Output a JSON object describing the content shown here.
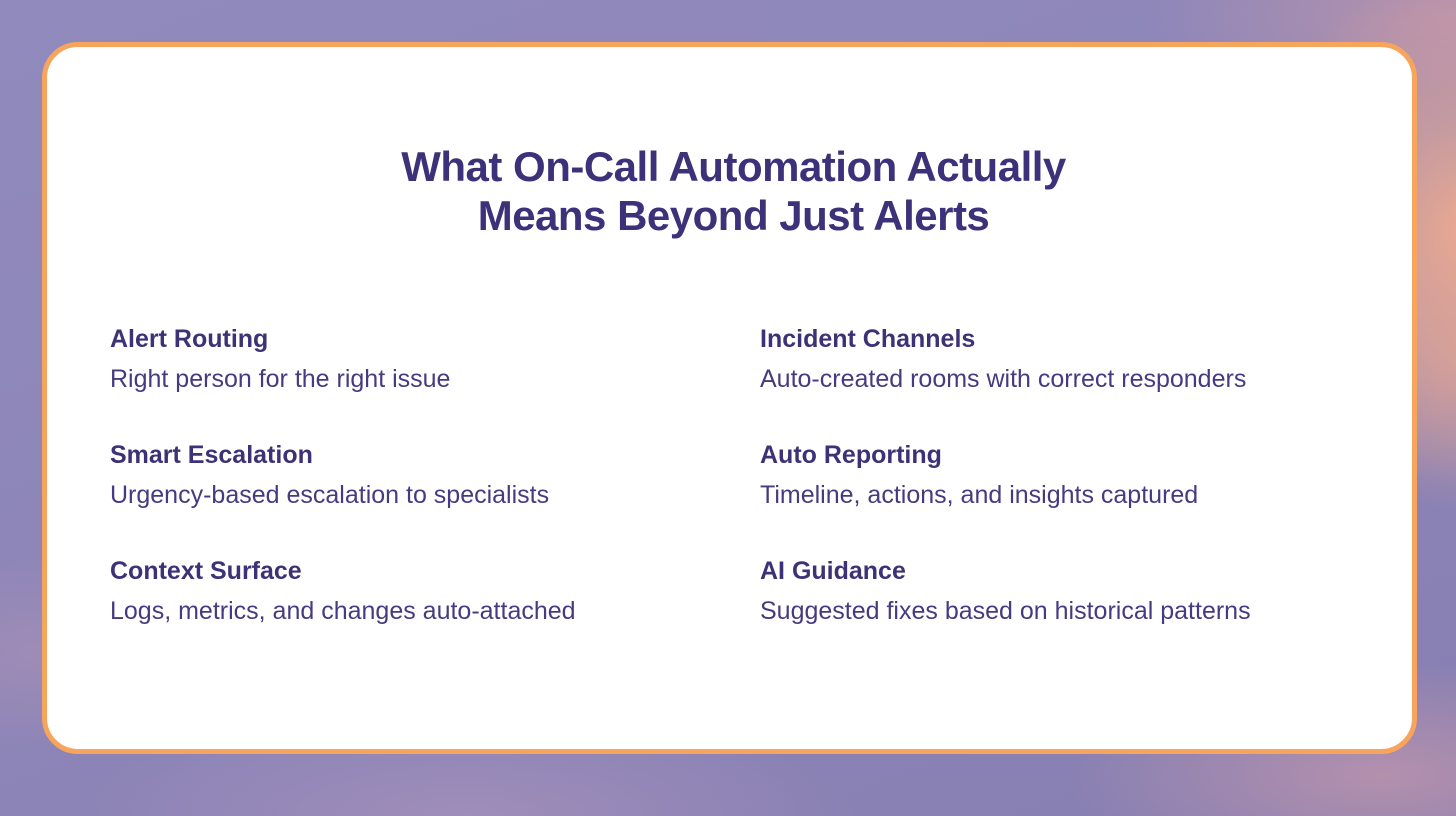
{
  "slide": {
    "title_line1": "What On-Call Automation Actually",
    "title_line2": "Means Beyond Just Alerts",
    "features": {
      "left": [
        {
          "heading": "Alert Routing",
          "description": "Right person for the right issue"
        },
        {
          "heading": "Smart Escalation",
          "description": "Urgency-based escalation to specialists"
        },
        {
          "heading": "Context Surface",
          "description": "Logs, metrics, and changes auto-attached"
        }
      ],
      "right": [
        {
          "heading": "Incident Channels",
          "description": "Auto-created rooms with correct responders"
        },
        {
          "heading": "Auto Reporting",
          "description": "Timeline, actions, and insights captured"
        },
        {
          "heading": "AI Guidance",
          "description": "Suggested fixes based on historical patterns"
        }
      ]
    },
    "colors": {
      "card_border": "#F7A45C",
      "card_background": "#FFFFFF",
      "title_text": "#3D3179",
      "heading_text": "#3E3277",
      "body_text": "#463B80",
      "background_purple": "#8D85B7",
      "background_salmon": "#EFAB8E"
    }
  }
}
